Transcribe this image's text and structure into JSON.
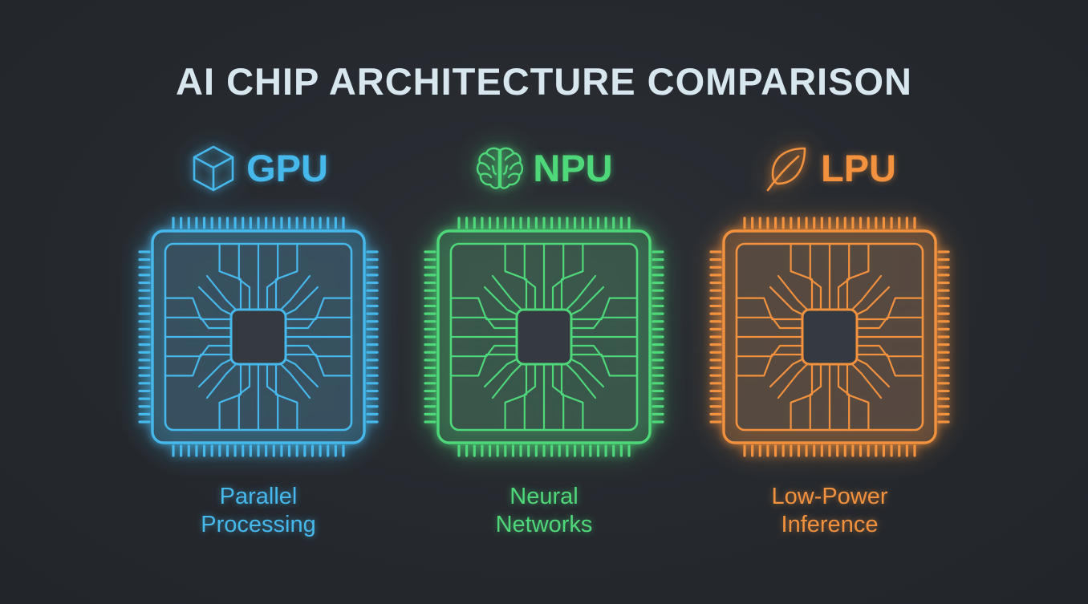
{
  "title": "AI CHIP ARCHITECTURE COMPARISON",
  "colors": {
    "gpu": "#46b8ec",
    "npu": "#4fd87a",
    "lpu": "#f2913e",
    "background": "#262a2f",
    "title": "#d8e6ee"
  },
  "chips": [
    {
      "name": "GPU",
      "icon": "cube-icon",
      "description_line1": "Parallel",
      "description_line2": "Processing"
    },
    {
      "name": "NPU",
      "icon": "brain-icon",
      "description_line1": "Neural",
      "description_line2": "Networks"
    },
    {
      "name": "LPU",
      "icon": "leaf-icon",
      "description_line1": "Low-Power",
      "description_line2": "Inference"
    }
  ]
}
